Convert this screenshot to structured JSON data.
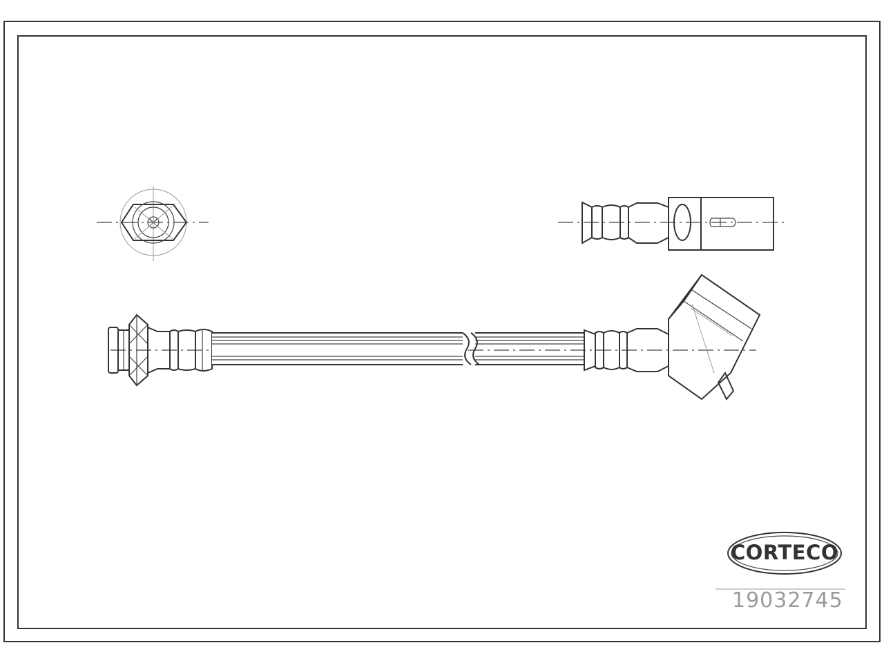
{
  "drawing": {
    "brand": "CORTECO",
    "part_number": "19032745",
    "views": [
      "end-view-fitting",
      "top-view-banjo-fitting",
      "side-view-brake-hose"
    ],
    "colors": {
      "line": "#333333",
      "faint": "#9a9a9a",
      "background": "#ffffff"
    }
  }
}
